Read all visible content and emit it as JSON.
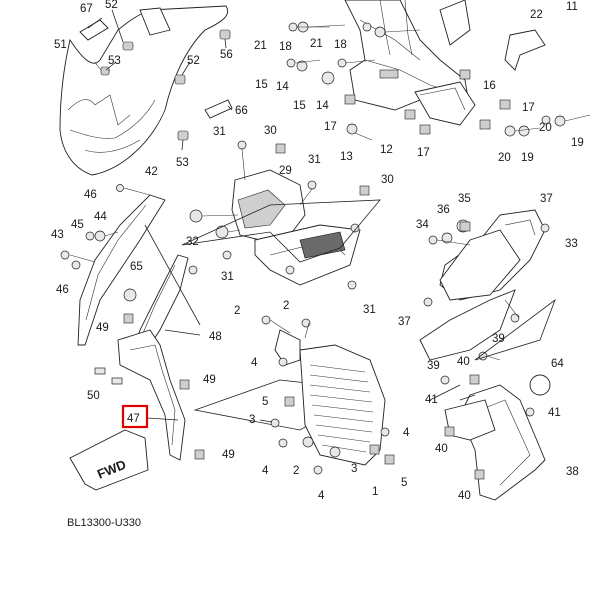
{
  "diagram": {
    "code": "BL13300-U330",
    "fwd": "FWD",
    "highlight_color": "#e00000",
    "labels": [
      {
        "id": "l67",
        "text": "67"
      },
      {
        "id": "l52a",
        "text": "52"
      },
      {
        "id": "l51",
        "text": "51"
      },
      {
        "id": "l53a",
        "text": "53"
      },
      {
        "id": "l52b",
        "text": "52"
      },
      {
        "id": "l56",
        "text": "56"
      },
      {
        "id": "l66",
        "text": "66"
      },
      {
        "id": "l53b",
        "text": "53"
      },
      {
        "id": "l21a",
        "text": "21"
      },
      {
        "id": "l18a",
        "text": "18"
      },
      {
        "id": "l21b",
        "text": "21"
      },
      {
        "id": "l18b",
        "text": "18"
      },
      {
        "id": "l22",
        "text": "22"
      },
      {
        "id": "l11",
        "text": "11"
      },
      {
        "id": "l15a",
        "text": "15"
      },
      {
        "id": "l14a",
        "text": "14"
      },
      {
        "id": "l15b",
        "text": "15"
      },
      {
        "id": "l14b",
        "text": "14"
      },
      {
        "id": "l16",
        "text": "16"
      },
      {
        "id": "l17a",
        "text": "17"
      },
      {
        "id": "l17b",
        "text": "17"
      },
      {
        "id": "l12",
        "text": "12"
      },
      {
        "id": "l13",
        "text": "13"
      },
      {
        "id": "l17c",
        "text": "17"
      },
      {
        "id": "l20a",
        "text": "20"
      },
      {
        "id": "l19a",
        "text": "19"
      },
      {
        "id": "l20b",
        "text": "20"
      },
      {
        "id": "l19b",
        "text": "19"
      },
      {
        "id": "l31a",
        "text": "31"
      },
      {
        "id": "l30a",
        "text": "30"
      },
      {
        "id": "l31b",
        "text": "31"
      },
      {
        "id": "l30b",
        "text": "30"
      },
      {
        "id": "l29",
        "text": "29"
      },
      {
        "id": "l42",
        "text": "42"
      },
      {
        "id": "l46a",
        "text": "46"
      },
      {
        "id": "l45",
        "text": "45"
      },
      {
        "id": "l44",
        "text": "44"
      },
      {
        "id": "l43",
        "text": "43"
      },
      {
        "id": "l46b",
        "text": "46"
      },
      {
        "id": "l65",
        "text": "65"
      },
      {
        "id": "l32",
        "text": "32"
      },
      {
        "id": "l31c",
        "text": "31"
      },
      {
        "id": "l31d",
        "text": "31"
      },
      {
        "id": "l35",
        "text": "35"
      },
      {
        "id": "l37a",
        "text": "37"
      },
      {
        "id": "l36",
        "text": "36"
      },
      {
        "id": "l34",
        "text": "34"
      },
      {
        "id": "l33",
        "text": "33"
      },
      {
        "id": "l37b",
        "text": "37"
      },
      {
        "id": "l49a",
        "text": "49"
      },
      {
        "id": "l48",
        "text": "48"
      },
      {
        "id": "l2a",
        "text": "2"
      },
      {
        "id": "l2b",
        "text": "2"
      },
      {
        "id": "l4a",
        "text": "4"
      },
      {
        "id": "l50",
        "text": "50"
      },
      {
        "id": "l49b",
        "text": "49"
      },
      {
        "id": "l47",
        "text": "47"
      },
      {
        "id": "l5a",
        "text": "5"
      },
      {
        "id": "l3a",
        "text": "3"
      },
      {
        "id": "l4b",
        "text": "4"
      },
      {
        "id": "l2c",
        "text": "2"
      },
      {
        "id": "l3b",
        "text": "3"
      },
      {
        "id": "l4c",
        "text": "4"
      },
      {
        "id": "l49c",
        "text": "49"
      },
      {
        "id": "l1",
        "text": "1"
      },
      {
        "id": "l5b",
        "text": "5"
      },
      {
        "id": "l4d",
        "text": "4"
      },
      {
        "id": "l39a",
        "text": "39"
      },
      {
        "id": "l40a",
        "text": "40"
      },
      {
        "id": "l39b",
        "text": "39"
      },
      {
        "id": "l64",
        "text": "64"
      },
      {
        "id": "l41a",
        "text": "41"
      },
      {
        "id": "l41b",
        "text": "41"
      },
      {
        "id": "l40b",
        "text": "40"
      },
      {
        "id": "l38",
        "text": "38"
      },
      {
        "id": "l40c",
        "text": "40"
      }
    ]
  }
}
